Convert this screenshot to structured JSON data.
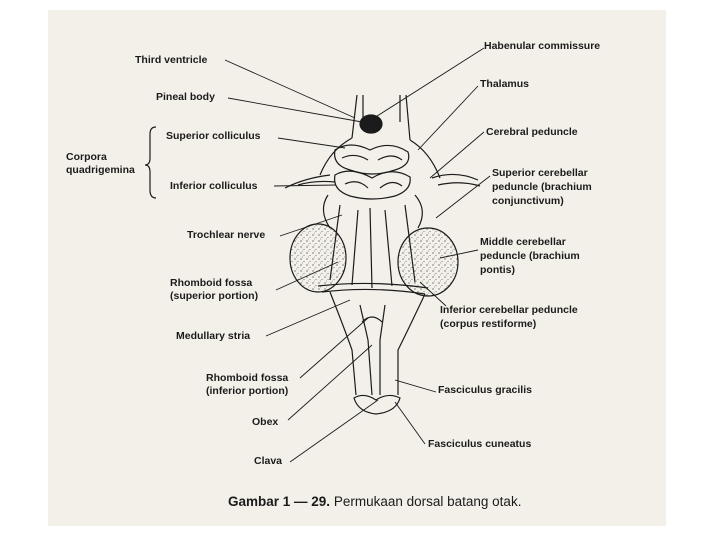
{
  "labels": {
    "third_ventricle": "Third ventricle",
    "pineal_body": "Pineal body",
    "corpora_line1": "Corpora",
    "corpora_line2": "quadrigemina",
    "superior_colliculus": "Superior colliculus",
    "inferior_colliculus": "Inferior colliculus",
    "trochlear_nerve": "Trochlear nerve",
    "rhomboid_sup_line1": "Rhomboid fossa",
    "rhomboid_sup_line2": "(superior portion)",
    "medullary_stria": "Medullary stria",
    "rhomboid_inf_line1": "Rhomboid fossa",
    "rhomboid_inf_line2": "(inferior portion)",
    "obex": "Obex",
    "clava": "Clava",
    "habenular_commissure": "Habenular commissure",
    "thalamus": "Thalamus",
    "cerebral_peduncle": "Cerebral peduncle",
    "sup_cerebellar_line1": "Superior cerebellar",
    "sup_cerebellar_line2": "peduncle (brachium",
    "sup_cerebellar_line3": "conjunctivum)",
    "mid_cerebellar_line1": "Middle cerebellar",
    "mid_cerebellar_line2": "peduncle (brachium",
    "mid_cerebellar_line3": "pontis)",
    "inf_cerebellar_line1": "Inferior cerebellar peduncle",
    "inf_cerebellar_line2": "(corpus restiforme)",
    "fasciculus_gracilis": "Fasciculus gracilis",
    "fasciculus_cuneatus": "Fasciculus cuneatus"
  },
  "caption": {
    "figure_number": "Gambar 1 — 29.",
    "text": "Permukaan dorsal batang otak."
  },
  "colors": {
    "page": "#f3f0e9",
    "ink": "#1b1b1b"
  }
}
